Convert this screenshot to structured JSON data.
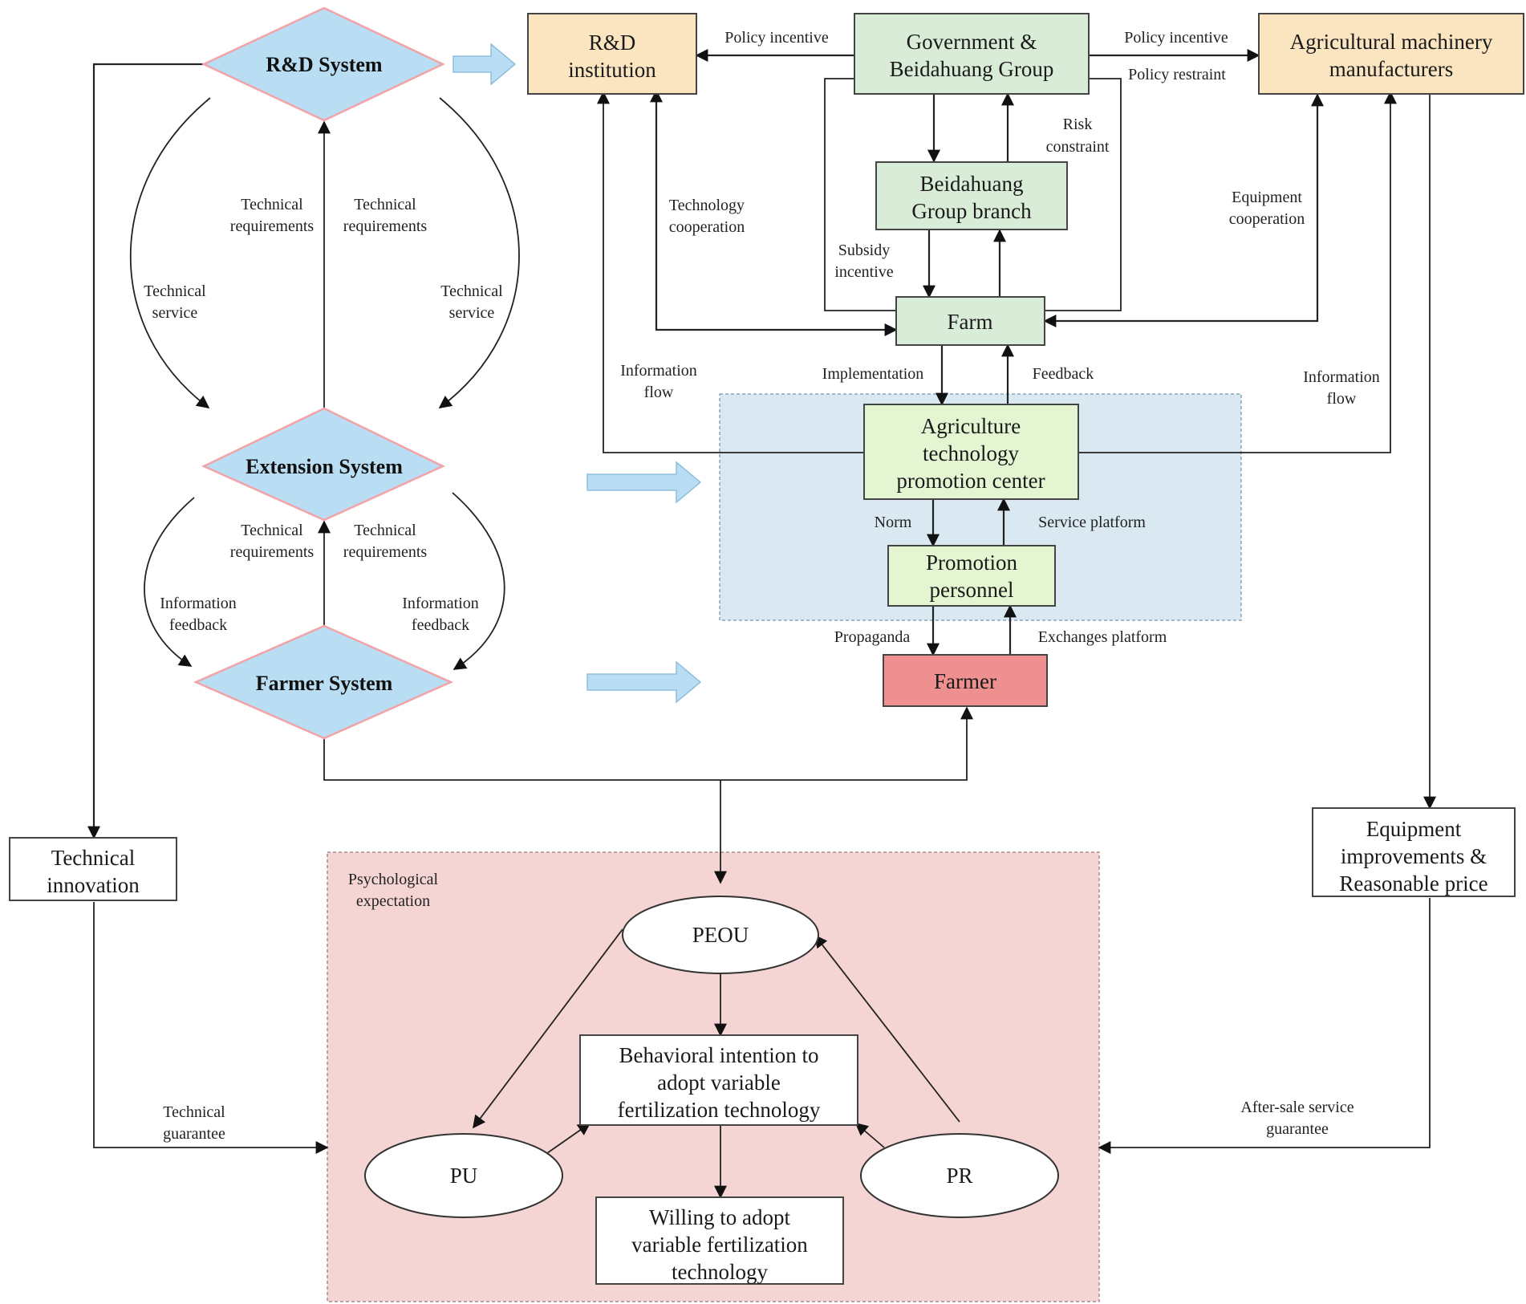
{
  "diagram": {
    "systems": {
      "rd": "R&D System",
      "extension": "Extension System",
      "farmer": "Farmer System"
    },
    "nodes": {
      "rd_institution": [
        "R&D",
        "institution"
      ],
      "government": [
        "Government &",
        "Beidahuang Group"
      ],
      "manufacturers": [
        "Agricultural machinery",
        "manufacturers"
      ],
      "branch": [
        "Beidahuang",
        "Group branch"
      ],
      "farm": [
        "Farm"
      ],
      "center": [
        "Agriculture",
        "technology",
        "promotion center"
      ],
      "personnel": [
        "Promotion",
        "personnel"
      ],
      "farmer": [
        "Farmer"
      ],
      "tech_innovation": [
        "Technical",
        "innovation"
      ],
      "equipment": [
        "Equipment",
        "improvements &",
        "Reasonable price"
      ],
      "peou": [
        "PEOU"
      ],
      "intention": [
        "Behavioral intention to",
        "adopt variable",
        "fertilization technology"
      ],
      "pu": [
        "PU"
      ],
      "pr": [
        "PR"
      ],
      "willing": [
        "Willing to adopt",
        "variable  fertilization",
        "technology"
      ]
    },
    "labels": {
      "policy_incentive_left": [
        "Policy incentive"
      ],
      "policy_incentive_right": [
        "Policy incentive"
      ],
      "policy_restraint": [
        "Policy restraint"
      ],
      "risk_constraint": [
        "Risk",
        "constraint"
      ],
      "subsidy_incentive": [
        "Subsidy",
        "incentive"
      ],
      "technology_cooperation": [
        "Technology",
        "cooperation"
      ],
      "equipment_cooperation": [
        "Equipment",
        "cooperation"
      ],
      "info_flow_left": [
        "Information",
        "flow"
      ],
      "info_flow_right": [
        "Information",
        "flow"
      ],
      "implementation": [
        "Implementation"
      ],
      "feedback": [
        "Feedback"
      ],
      "norm": [
        "Norm"
      ],
      "service_platform": [
        "Service platform"
      ],
      "propaganda": [
        "Propaganda"
      ],
      "exchanges_platform": [
        "Exchanges platform"
      ],
      "tech_req_1": [
        "Technical",
        "requirements"
      ],
      "tech_req_2": [
        "Technical",
        "requirements"
      ],
      "tech_req_3": [
        "Technical",
        "requirements"
      ],
      "tech_req_4": [
        "Technical",
        "requirements"
      ],
      "tech_service_left": [
        "Technical",
        "service"
      ],
      "tech_service_right": [
        "Technical",
        "service"
      ],
      "info_feedback_left": [
        "Information",
        "feedback"
      ],
      "info_feedback_right": [
        "Information",
        "feedback"
      ],
      "psych_expectation": [
        "Psychological",
        "expectation"
      ],
      "tech_guarantee": [
        "Technical",
        "guarantee"
      ],
      "after_sale": [
        "After-sale service",
        "guarantee"
      ]
    },
    "colors": {
      "diamond_fill": "#b9ddf2",
      "diamond_stroke": "#f3a3a8",
      "tan_fill": "#fbe5c1",
      "green_fill": "#d9ecd8",
      "lightgreen_fill": "#e3f5d1",
      "farmer_fill": "#ee8f90",
      "blue_region": "#d9e8f1",
      "pink_region": "#f5d4d4",
      "block_arrow": "#b9ddf2"
    }
  }
}
